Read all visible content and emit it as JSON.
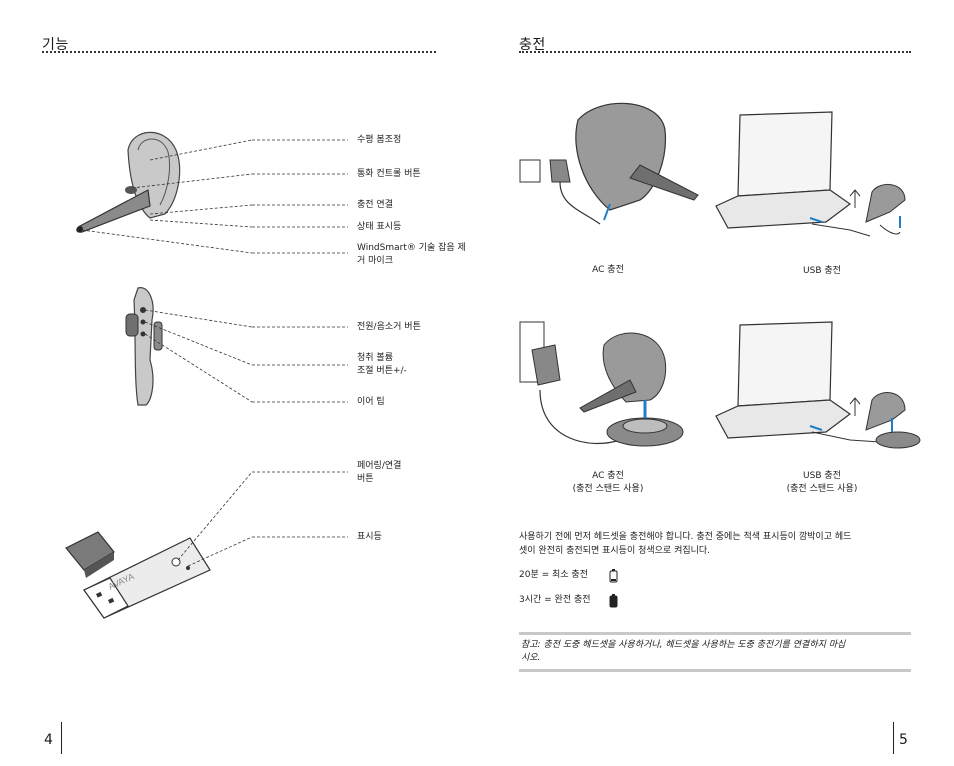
{
  "left_page": {
    "heading": "기능",
    "page_number": "4",
    "headset_labels": {
      "horizontal_boom": "수평 봄조정",
      "call_control": "통화 컨트롤 버튼",
      "charge_connector": "충전 연결",
      "status_indicator": "상태 표시등",
      "windsmart_line1": "WindSmart® 기술 잡음 제",
      "windsmart_line2": "거 마이크"
    },
    "side_labels": {
      "power_mute": "전원/음소거 버튼",
      "volume_line1": "청취 볼륨",
      "volume_line2": "조절 버튼+/-",
      "eartip": "이어 팁"
    },
    "usb_labels": {
      "pairing_line1": "페어링/연결",
      "pairing_line2": "버튼",
      "indicator": "표시등"
    },
    "usb_brand": "AVAYA"
  },
  "right_page": {
    "heading": "충전",
    "page_number": "5",
    "captions": {
      "ac": "AC 충전",
      "usb": "USB 충전",
      "ac_stand_line1": "AC 충전",
      "ac_stand_line2": "(충전 스탠드 사용)",
      "usb_stand_line1": "USB 충전",
      "usb_stand_line2": "(충전 스탠드 사용)"
    },
    "body_line1": "사용하기 전에 먼저 헤드셋을 충전해야 합니다. 충전 중에는 적색 표시등이 깜박이고 헤드",
    "body_line2": "셋이 완전히 충전되면 표시등이 청색으로 켜집니다.",
    "charge_min": "20분 = 최소 충전",
    "charge_full": "3시간 = 완전 충전",
    "note_line1": "참고: 충전 도중 헤드셋을 사용하거나, 헤드셋을 사용하는 도중 충전기를 연결하지 마십",
    "note_line2": "시오."
  },
  "colors": {
    "text": "#1a1a1a",
    "device_gray": "#bfbfbf",
    "device_dark": "#6f6f6f",
    "blue_arrow": "#1f7fc9",
    "note_rule": "#c8c8c8"
  }
}
